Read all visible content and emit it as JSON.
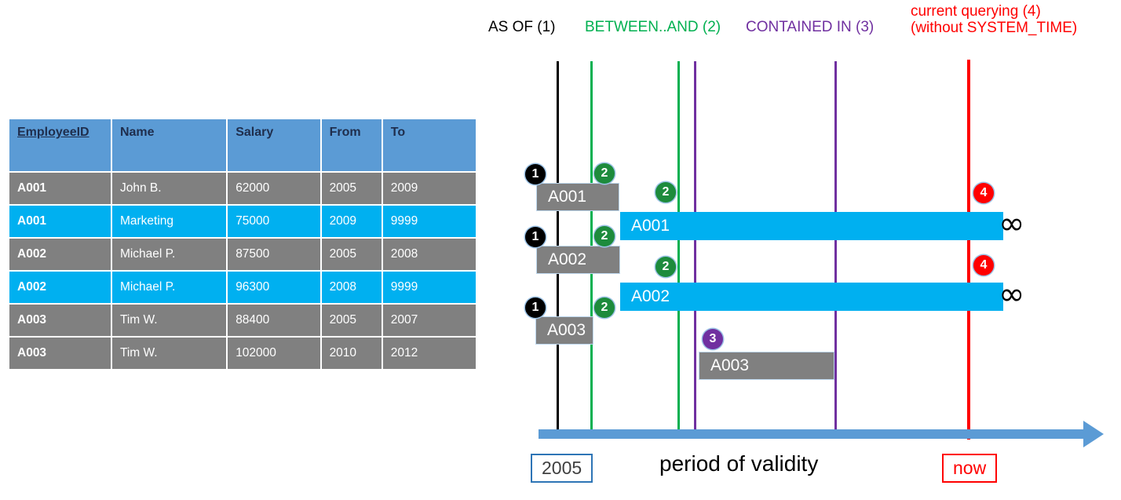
{
  "table": {
    "name": "employee-temporal-table",
    "columns": [
      {
        "key": "employee_id",
        "label": "EmployeeID",
        "underline": true
      },
      {
        "key": "name",
        "label": "Name",
        "underline": false
      },
      {
        "key": "salary",
        "label": "Salary",
        "underline": false
      },
      {
        "key": "from",
        "label": "From",
        "underline": false
      },
      {
        "key": "to",
        "label": "To",
        "underline": false
      }
    ],
    "rows": [
      {
        "employee_id": "A001",
        "name": "John  B.",
        "salary": "62000",
        "from": "2005",
        "to": "2009",
        "style": "gray"
      },
      {
        "employee_id": "A001",
        "name": "Marketing",
        "salary": "75000",
        "from": "2009",
        "to": "9999",
        "style": "blue"
      },
      {
        "employee_id": "A002",
        "name": "Michael P.",
        "salary": "87500",
        "from": "2005",
        "to": "2008",
        "style": "gray"
      },
      {
        "employee_id": "A002",
        "name": "Michael P.",
        "salary": "96300",
        "from": "2008",
        "to": "9999",
        "style": "blue"
      },
      {
        "employee_id": "A003",
        "name": "Tim W.",
        "salary": "88400",
        "from": "2005",
        "to": "2007",
        "style": "gray"
      },
      {
        "employee_id": "A003",
        "name": "Tim W.",
        "salary": "102000",
        "from": "2010",
        "to": "2012",
        "style": "gray"
      }
    ]
  },
  "legend": {
    "as_of": "AS OF (1)",
    "between_and": "BETWEEN..AND (2)",
    "contained_in": "CONTAINED IN (3)",
    "current_line1": "current querying (4)",
    "current_line2": "(without SYSTEM_TIME)"
  },
  "colors": {
    "as_of": "#000000",
    "between_and": "#00B050",
    "contained_in": "#7030A0",
    "current": "#FF0000",
    "bar_gray": "#808080",
    "bar_blue": "#00B0F0",
    "header_blue": "#5B9BD5",
    "axis_blue": "#5B9BD5"
  },
  "axis": {
    "start_label": "2005",
    "caption": "period of validity",
    "now_label": "now"
  },
  "bars": [
    {
      "label": "A001",
      "style": "gray"
    },
    {
      "label": "A001",
      "style": "blue"
    },
    {
      "label": "A002",
      "style": "gray"
    },
    {
      "label": "A002",
      "style": "blue"
    },
    {
      "label": "A003",
      "style": "gray"
    },
    {
      "label": "A003",
      "style": "gray"
    }
  ],
  "badges": [
    {
      "num": "1",
      "kind": "as-of"
    },
    {
      "num": "2",
      "kind": "between-and"
    },
    {
      "num": "2",
      "kind": "between-and"
    },
    {
      "num": "4",
      "kind": "current"
    },
    {
      "num": "1",
      "kind": "as-of"
    },
    {
      "num": "2",
      "kind": "between-and"
    },
    {
      "num": "2",
      "kind": "between-and"
    },
    {
      "num": "4",
      "kind": "current"
    },
    {
      "num": "1",
      "kind": "as-of"
    },
    {
      "num": "2",
      "kind": "between-and"
    },
    {
      "num": "3",
      "kind": "contained-in"
    }
  ],
  "infinity": {
    "symbol": "∞"
  }
}
